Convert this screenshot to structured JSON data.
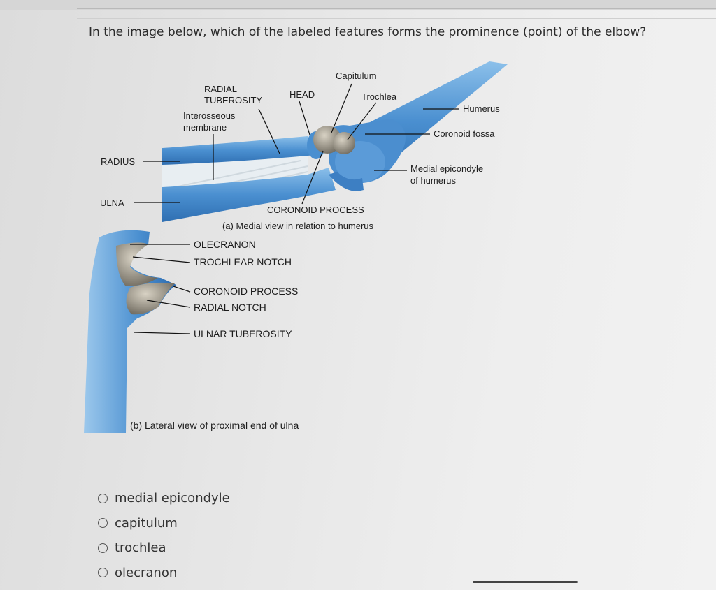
{
  "question": "In the image below, which of the labeled features forms the prominence (point) of the elbow?",
  "figure": {
    "panel_a": {
      "labels": {
        "capitulum": "Capitulum",
        "radial_tuberosity_1": "RADIAL",
        "radial_tuberosity_2": "TUBEROSITY",
        "head": "HEAD",
        "trochlea": "Trochlea",
        "humerus": "Humerus",
        "interosseous_1": "Interosseous",
        "interosseous_2": "membrane",
        "coronoid_fossa": "Coronoid fossa",
        "radius": "RADIUS",
        "medial_epicondyle_1": "Medial epicondyle",
        "medial_epicondyle_2": "of humerus",
        "ulna": "ULNA",
        "coronoid_process": "CORONOID PROCESS",
        "caption": "(a) Medial view in relation to humerus"
      }
    },
    "panel_b": {
      "labels": {
        "olecranon": "OLECRANON",
        "trochlear_notch": "TROCHLEAR NOTCH",
        "coronoid_process": "CORONOID PROCESS",
        "radial_notch": "RADIAL NOTCH",
        "ulnar_tuberosity": "ULNAR TUBEROSITY",
        "caption": "(b) Lateral view of proximal end of ulna"
      }
    },
    "colors": {
      "bone": "#4a8fd0",
      "bone_light": "#8cc0ea",
      "cartilage": "#8a8478",
      "membrane": "#e8eef2"
    }
  },
  "options": [
    {
      "label": "medial epicondyle"
    },
    {
      "label": "capitulum"
    },
    {
      "label": "trochlea"
    },
    {
      "label": "olecranon"
    }
  ]
}
